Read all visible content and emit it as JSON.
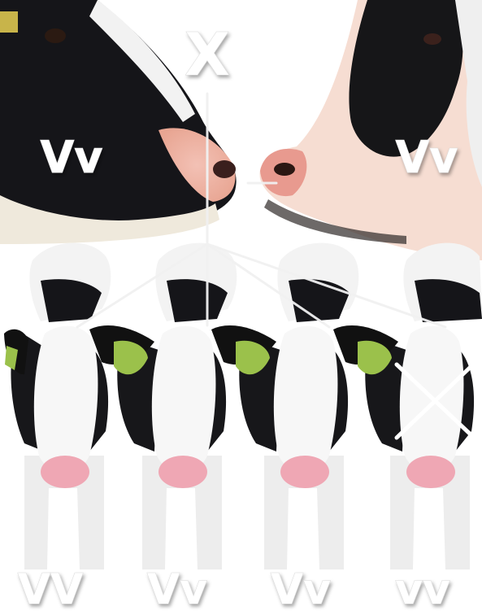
{
  "cross_symbol": "X",
  "parents": [
    {
      "genotype": "Vv"
    },
    {
      "genotype": "Vv"
    }
  ],
  "offspring": [
    {
      "genotype": "VV"
    },
    {
      "genotype": "Vv"
    },
    {
      "genotype": "Vv"
    },
    {
      "genotype": "vv",
      "crossed_out": true
    }
  ],
  "colors": {
    "background": "#ffffff",
    "label_fill": "#ffffff",
    "connector_line": "#f1f1f1",
    "cow_black": "#151519",
    "cow_white": "#f7f7f7",
    "parent_right_skin": "#f3b7a8",
    "ear_tag": "#9bc14b",
    "nose_pink": "#efa7b4"
  }
}
